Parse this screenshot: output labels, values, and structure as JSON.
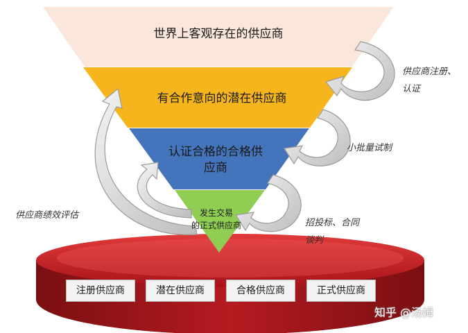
{
  "funnel": {
    "tiers": [
      {
        "label": "世界上客观存在的供应商",
        "color": "#fbe6dc"
      },
      {
        "label": "有合作意向的潜在供应商",
        "color": "#f6b51c"
      },
      {
        "label": "认证合格的合格供应商",
        "color": "#4474bb"
      },
      {
        "label": "发生交易的正式供应商",
        "color": "#8fce52"
      }
    ],
    "tier4_lines": [
      "发生交易",
      "的正式供应商"
    ],
    "tier3_lines": [
      "认证合格的合格供",
      "应商"
    ]
  },
  "arrows": {
    "register_lines": [
      "供应商注册、",
      "认证"
    ],
    "trial": "小批量试制",
    "bid_lines": [
      "招投标、合同",
      "谈判"
    ],
    "evaluation": "供应商绩效评估"
  },
  "platform": {
    "color": "#cc1f26",
    "stages": [
      "注册供应商",
      "潜在供应商",
      "合格供应商",
      "正式供应商"
    ]
  },
  "watermark": "知乎 @汤姆"
}
